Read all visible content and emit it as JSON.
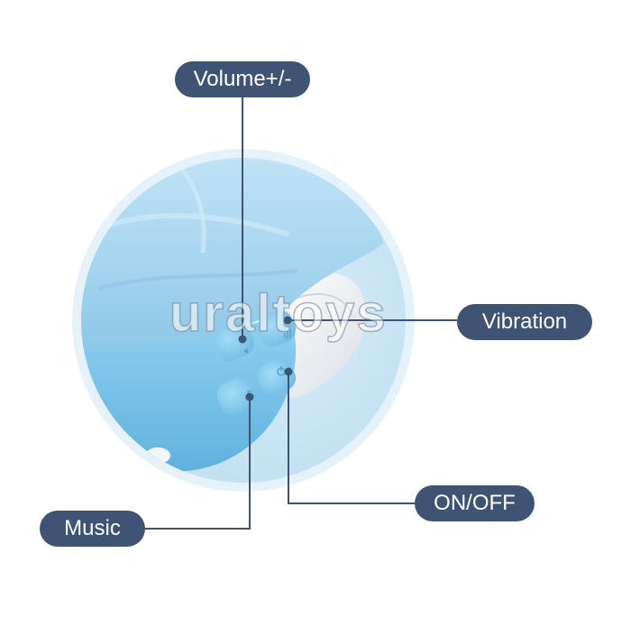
{
  "labels": {
    "volume": "Volume+/-",
    "vibration": "Vibration",
    "on_off": "ON/OFF",
    "music": "Music"
  },
  "watermark": "uraltoys",
  "colors": {
    "label_bg": "#3f5474",
    "line": "#3f5474",
    "circle_ring": "#e6f2fa",
    "fabric_blue": "#a9d6ef",
    "base_blue": "#6fbde6",
    "button_blue": "#7fc6ec"
  },
  "icons": {
    "music_button": "music-note-icon",
    "volume_button": "volume-icon",
    "vibration_button": "vibration-icon",
    "power_button": "power-icon"
  }
}
